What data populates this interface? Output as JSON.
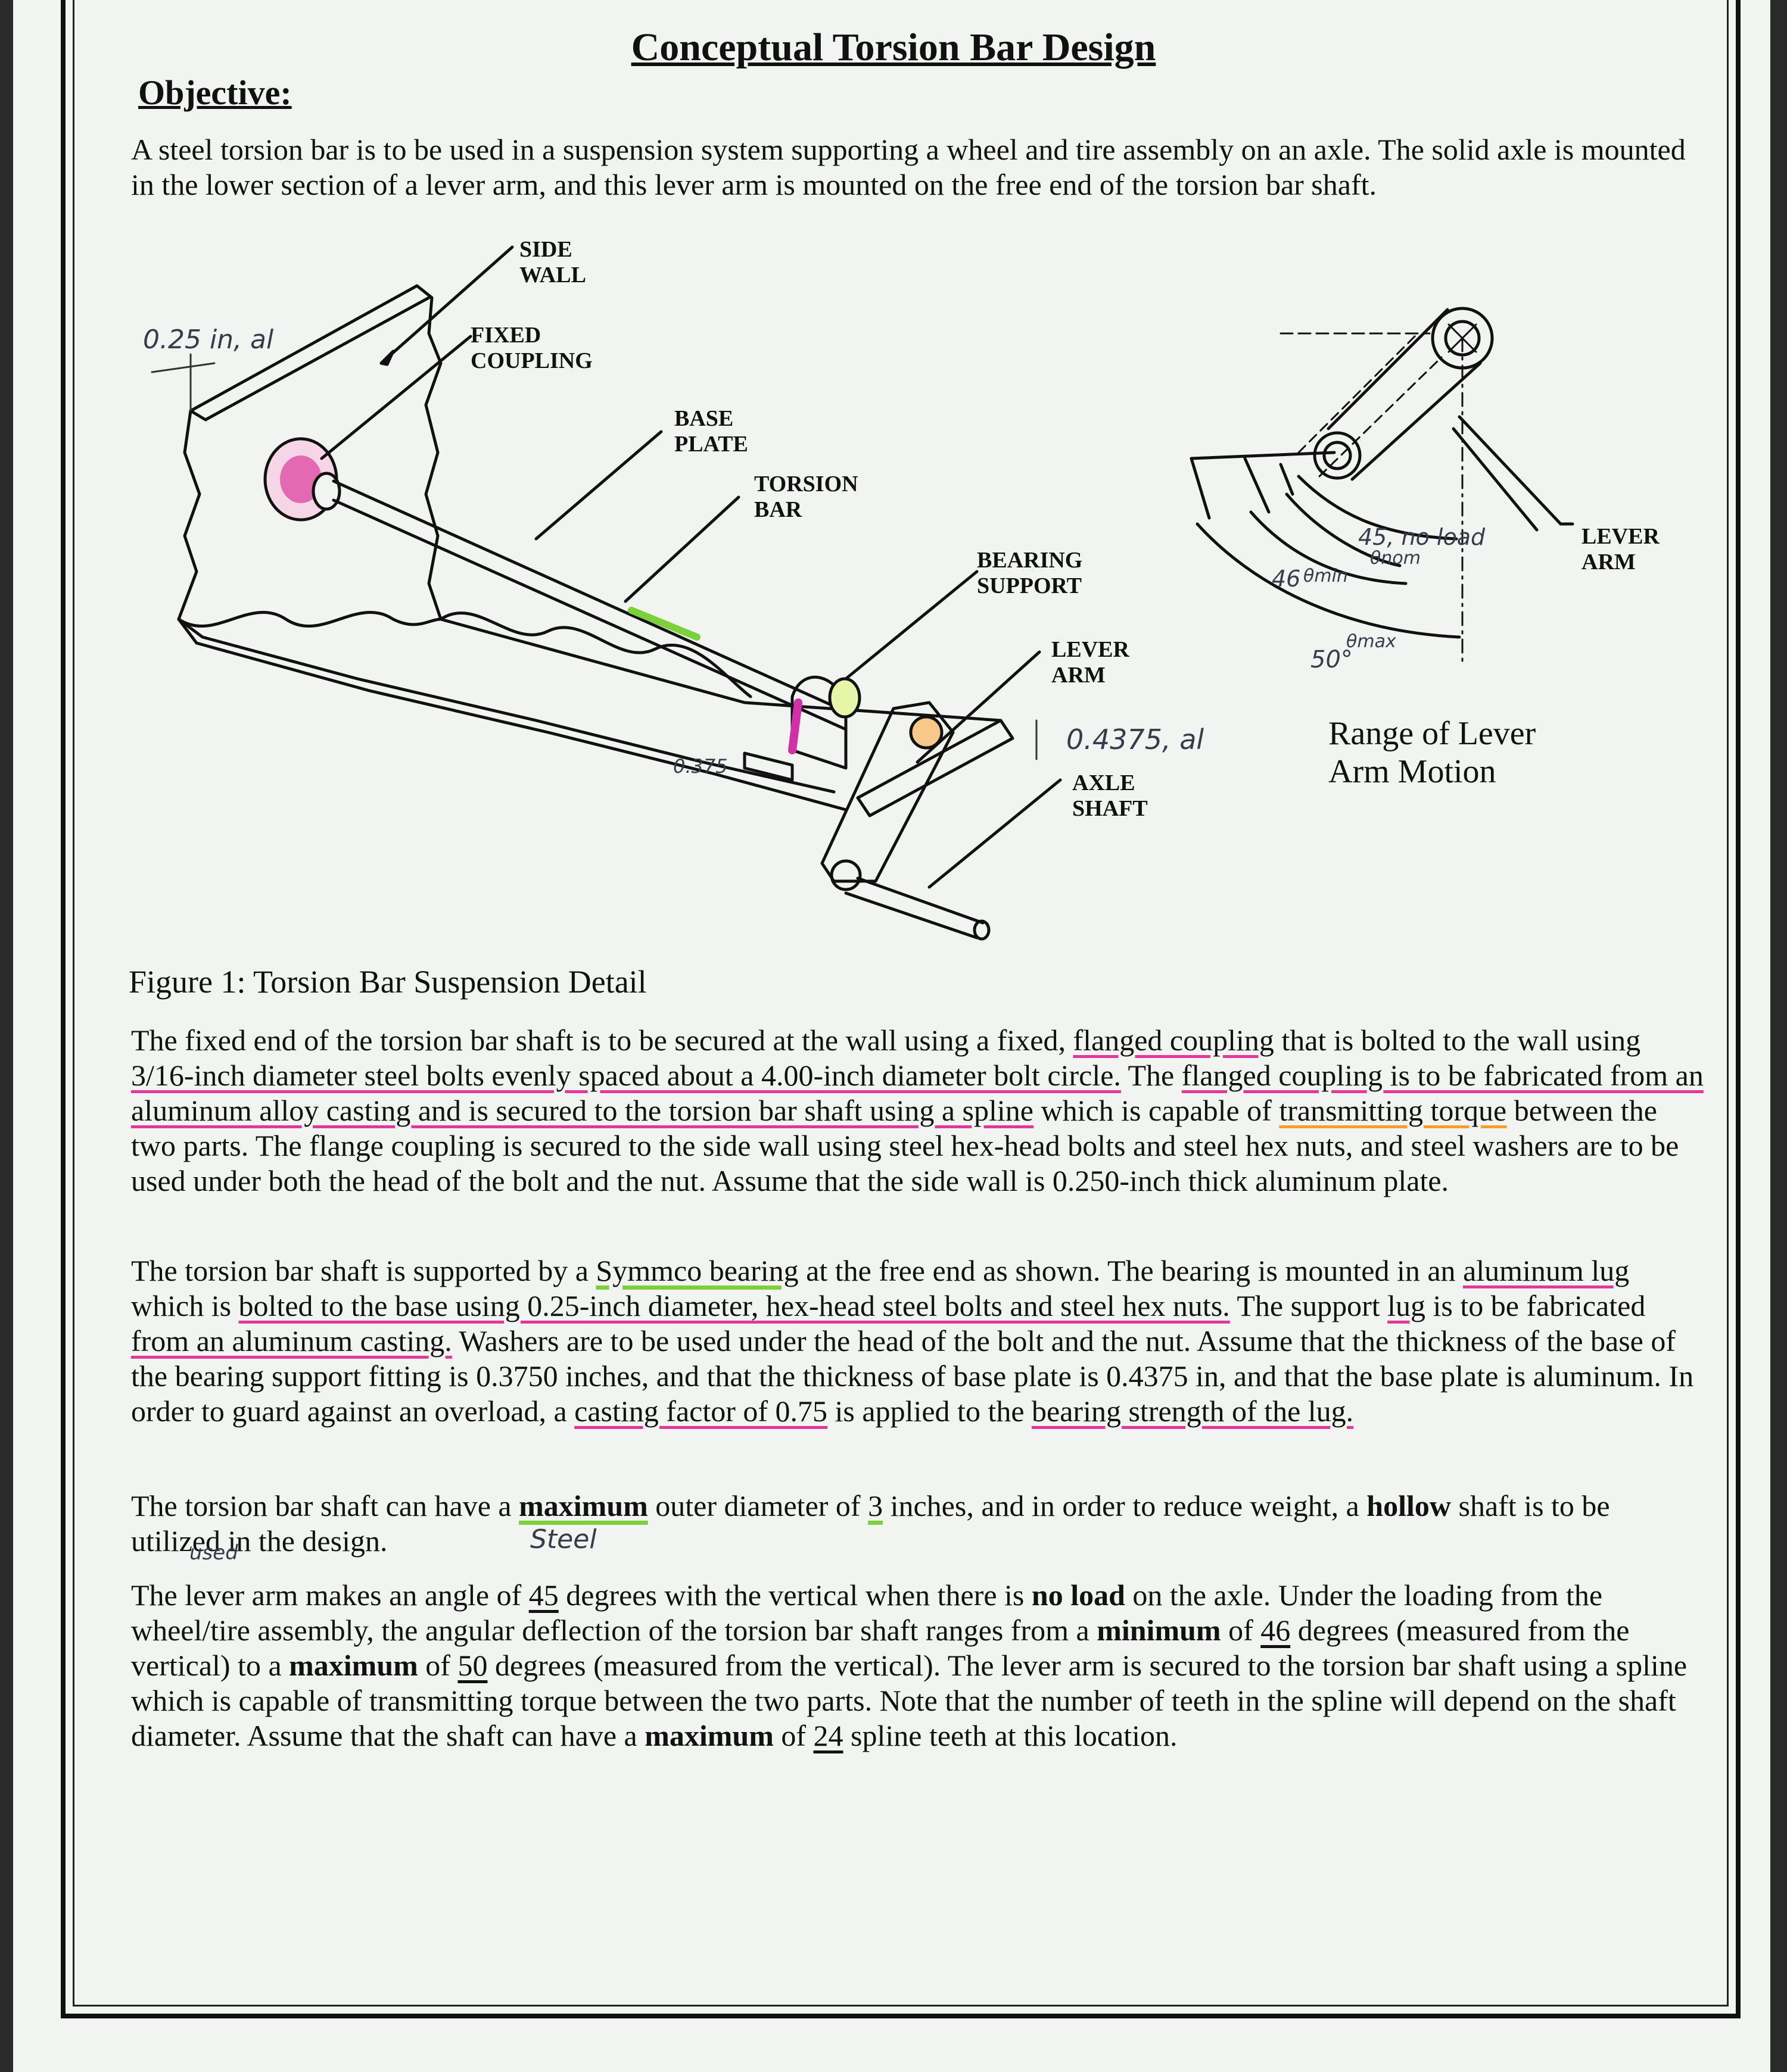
{
  "document": {
    "title": "Conceptual Torsion Bar Design",
    "objective_heading": "Objective:",
    "intro": "A steel torsion bar is to be used in a suspension system supporting a wheel and tire assembly on an axle.  The solid axle is mounted in the lower section of a lever arm, and this lever arm is mounted on the free end of the torsion bar shaft.",
    "figure_caption": "Figure 1:  Torsion Bar Suspension Detail",
    "range_caption_1": "Range of Lever",
    "range_caption_2": "Arm Motion"
  },
  "diagram_labels": {
    "side_wall_1": "SIDE",
    "side_wall_2": "WALL",
    "fixed_coupling_1": "FIXED",
    "fixed_coupling_2": "COUPLING",
    "base_plate_1": "BASE",
    "base_plate_2": "PLATE",
    "torsion_bar_1": "TORSION",
    "torsion_bar_2": "BAR",
    "bearing_support_1": "BEARING",
    "bearing_support_2": "SUPPORT",
    "lever_arm_1": "LEVER",
    "lever_arm_2": "ARM",
    "axle_shaft_1": "AXLE",
    "axle_shaft_2": "SHAFT",
    "lever_arm_right_1": "LEVER",
    "lever_arm_right_2": "ARM",
    "theta_nom": "θnom",
    "theta_min": "θmin",
    "theta_max": "θmax"
  },
  "handwritten": {
    "wall_thickness": "0.25 in, al",
    "base_thickness": "0.4375, al",
    "fitting_thickness": "0.375",
    "no_load": "45, no load",
    "min_angle": "46",
    "max_angle": "50°",
    "steel_note": "Steel",
    "used_note": "used"
  },
  "paragraphs": {
    "p1_a": "The fixed end of the torsion bar shaft is to be secured at the wall using a fixed, ",
    "p1_hl1": "flanged coupling",
    "p1_b": " that is bolted to the wall using ",
    "p1_hl2": "3/16-inch diameter steel bolts evenly spaced about a 4.00-inch diameter bolt circle.",
    "p1_c": "  The ",
    "p1_hl3": "flanged coupling is to be fabricated from an aluminum alloy casting and is secured to the torsion bar shaft using a spline",
    "p1_d": " which is capable of ",
    "p1_hl4": "transmitting torque",
    "p1_e": " between the two parts.  The flange coupling is secured to the side wall using steel hex-head bolts and steel hex nuts, and steel washers are to be used under both the head of the bolt and the nut.  Assume that the side wall is 0.250-inch thick aluminum plate.",
    "p2_a": "The torsion bar shaft is supported by a ",
    "p2_hl1": "Symmco bearing",
    "p2_b": " at the free end as shown.  The bearing is mounted in an ",
    "p2_hl2": "aluminum lug",
    "p2_c": " which is ",
    "p2_hl3": "bolted to the base using 0.25-inch diameter, hex-head steel bolts and steel hex nuts.",
    "p2_d": "  The support ",
    "p2_hl4": "lug",
    "p2_e": " is to be fabricated ",
    "p2_hl5": "from an aluminum casting.",
    "p2_f": "  Washers are to be used under the head of the bolt and the nut.  Assume that the thickness of the base of the bearing support fitting is 0.3750 inches, and that the thickness of base plate is 0.4375 in, and that the base plate is aluminum.  In order to guard against an overload, a ",
    "p2_hl6": "casting factor of 0.75",
    "p2_g": " is applied to the ",
    "p2_hl7": "bearing strength of the lug.",
    "p3_a": "The torsion bar shaft can have a ",
    "p3_b": "maximum",
    "p3_c": " outer diameter of ",
    "p3_d": "3",
    "p3_e": " inches, and in order to reduce weight, a ",
    "p3_f": "hollow",
    "p3_g": " shaft is to be utilized in the design.",
    "p4_a": "The lever arm makes an angle of ",
    "p4_b": "45",
    "p4_c": " degrees with the vertical when there is ",
    "p4_d": "no load",
    "p4_e": " on the axle.  Under the loading from the wheel/tire assembly, the angular deflection of the torsion bar shaft ranges from a ",
    "p4_f": "minimum",
    "p4_g": " of ",
    "p4_h": "46",
    "p4_i": " degrees (measured from the vertical) to a ",
    "p4_j": "maximum",
    "p4_k": " of ",
    "p4_l": "50",
    "p4_m": " degrees (measured from the vertical).  The lever arm is secured to the torsion bar shaft using a spline which is capable of transmitting torque between the two parts.  Note that the number of teeth in the spline will depend on the shaft diameter.  Assume that the shaft can have a ",
    "p4_n": "maximum",
    "p4_o": " of ",
    "p4_p": "24",
    "p4_q": " spline teeth at this location."
  },
  "colors": {
    "highlight_pink": "#e0389b",
    "highlight_orange": "#f5a02c",
    "highlight_green": "#7cd03a",
    "paper": "#f1f4f1"
  }
}
